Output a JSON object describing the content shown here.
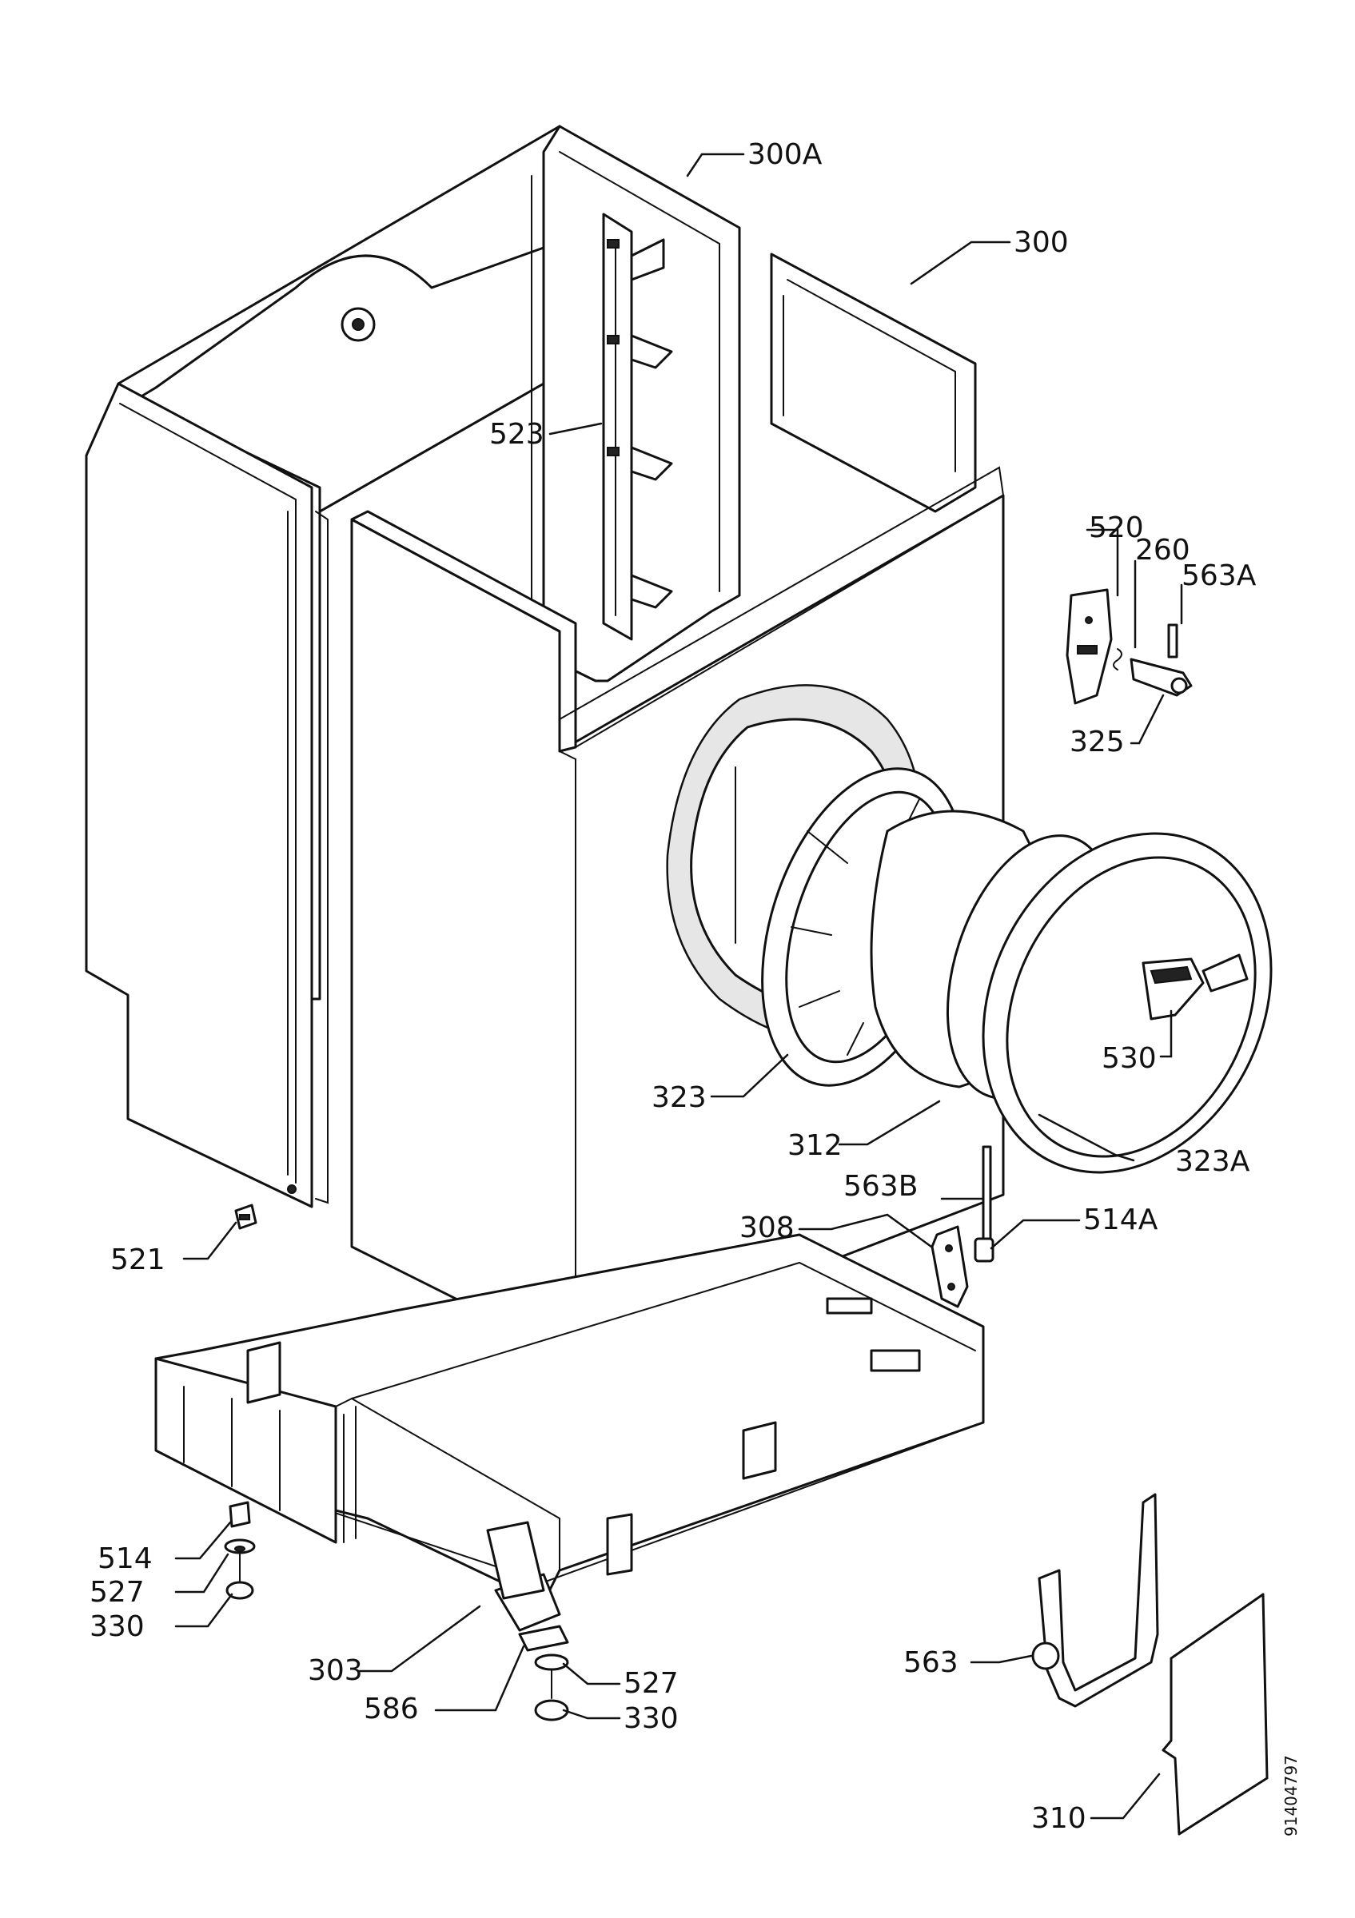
{
  "labels": {
    "300A": "300A",
    "300": "300",
    "523": "523",
    "520": "520",
    "260": "260",
    "563A": "563A",
    "325": "325",
    "530": "530",
    "323": "323",
    "312": "312",
    "323A": "323A",
    "563B": "563B",
    "308": "308",
    "514A": "514A",
    "521": "521",
    "514": "514",
    "527_left": "527",
    "330_left": "330",
    "303": "303",
    "586": "586",
    "527_right": "527",
    "330_right": "330",
    "563": "563",
    "310": "310"
  },
  "drawing_ref": "91404797"
}
